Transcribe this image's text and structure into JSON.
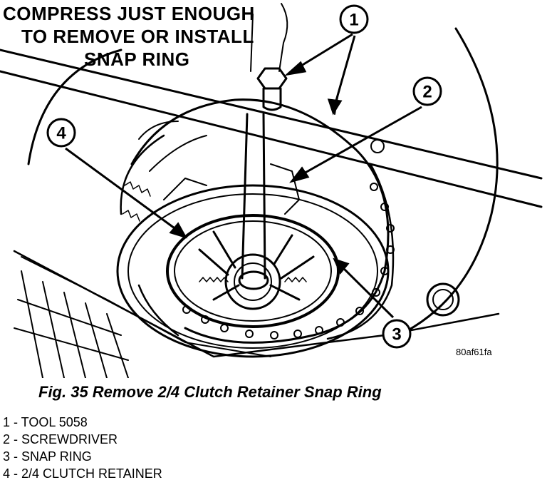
{
  "annotation": {
    "line1": "COMPRESS JUST ENOUGH",
    "line2": "TO REMOVE OR INSTALL",
    "line3": "SNAP RING"
  },
  "callouts": {
    "c1": "1",
    "c2": "2",
    "c3": "3",
    "c4": "4"
  },
  "image_code": "80af61fa",
  "caption": "Fig. 35 Remove 2/4 Clutch Retainer Snap Ring",
  "legend": [
    "1 - TOOL 5058",
    "2 - SCREWDRIVER",
    "3 - SNAP RING",
    "4 - 2/4 CLUTCH RETAINER"
  ]
}
